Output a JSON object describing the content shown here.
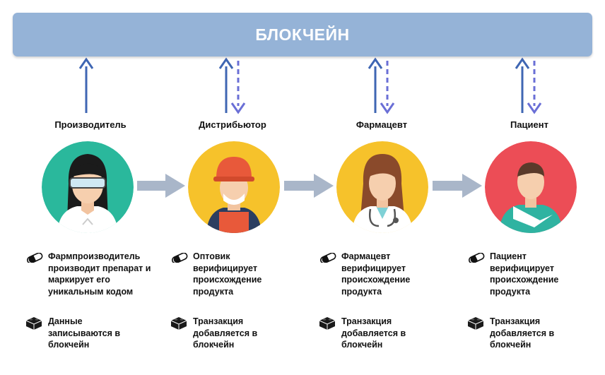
{
  "banner": {
    "title": "БЛОКЧЕЙН"
  },
  "stages": [
    {
      "role": "Производитель",
      "action": "Фармпроизводитель производит препарат и маркирует его уникальным кодом",
      "blockchain": "Данные записываются в блокчейн",
      "circle_color": "#2ab89c"
    },
    {
      "role": "Дистрибьютор",
      "action": "Оптовик верифицирует происхождение продукта",
      "blockchain": "Транзакция добавляется в блокчейн",
      "circle_color": "#f6c22b"
    },
    {
      "role": "Фармацевт",
      "action": "Фармацевт верифицирует происхождение продукта",
      "blockchain": "Транзакция добавляется в блокчейн",
      "circle_color": "#f6c22b"
    },
    {
      "role": "Пациент",
      "action": "Пациент верифицирует происхождение продукта",
      "blockchain": "Транзакция добавляется в блокчейн",
      "circle_color": "#ec4d56"
    }
  ],
  "colors": {
    "banner": "#95b3d7",
    "arrow_up": "#3f66b3",
    "arrow_down_dashed": "#6a6fd6",
    "flow_arrow": "#a9b6c9"
  },
  "icons": {
    "action": "pill-icon",
    "blockchain": "blocks-icon"
  }
}
